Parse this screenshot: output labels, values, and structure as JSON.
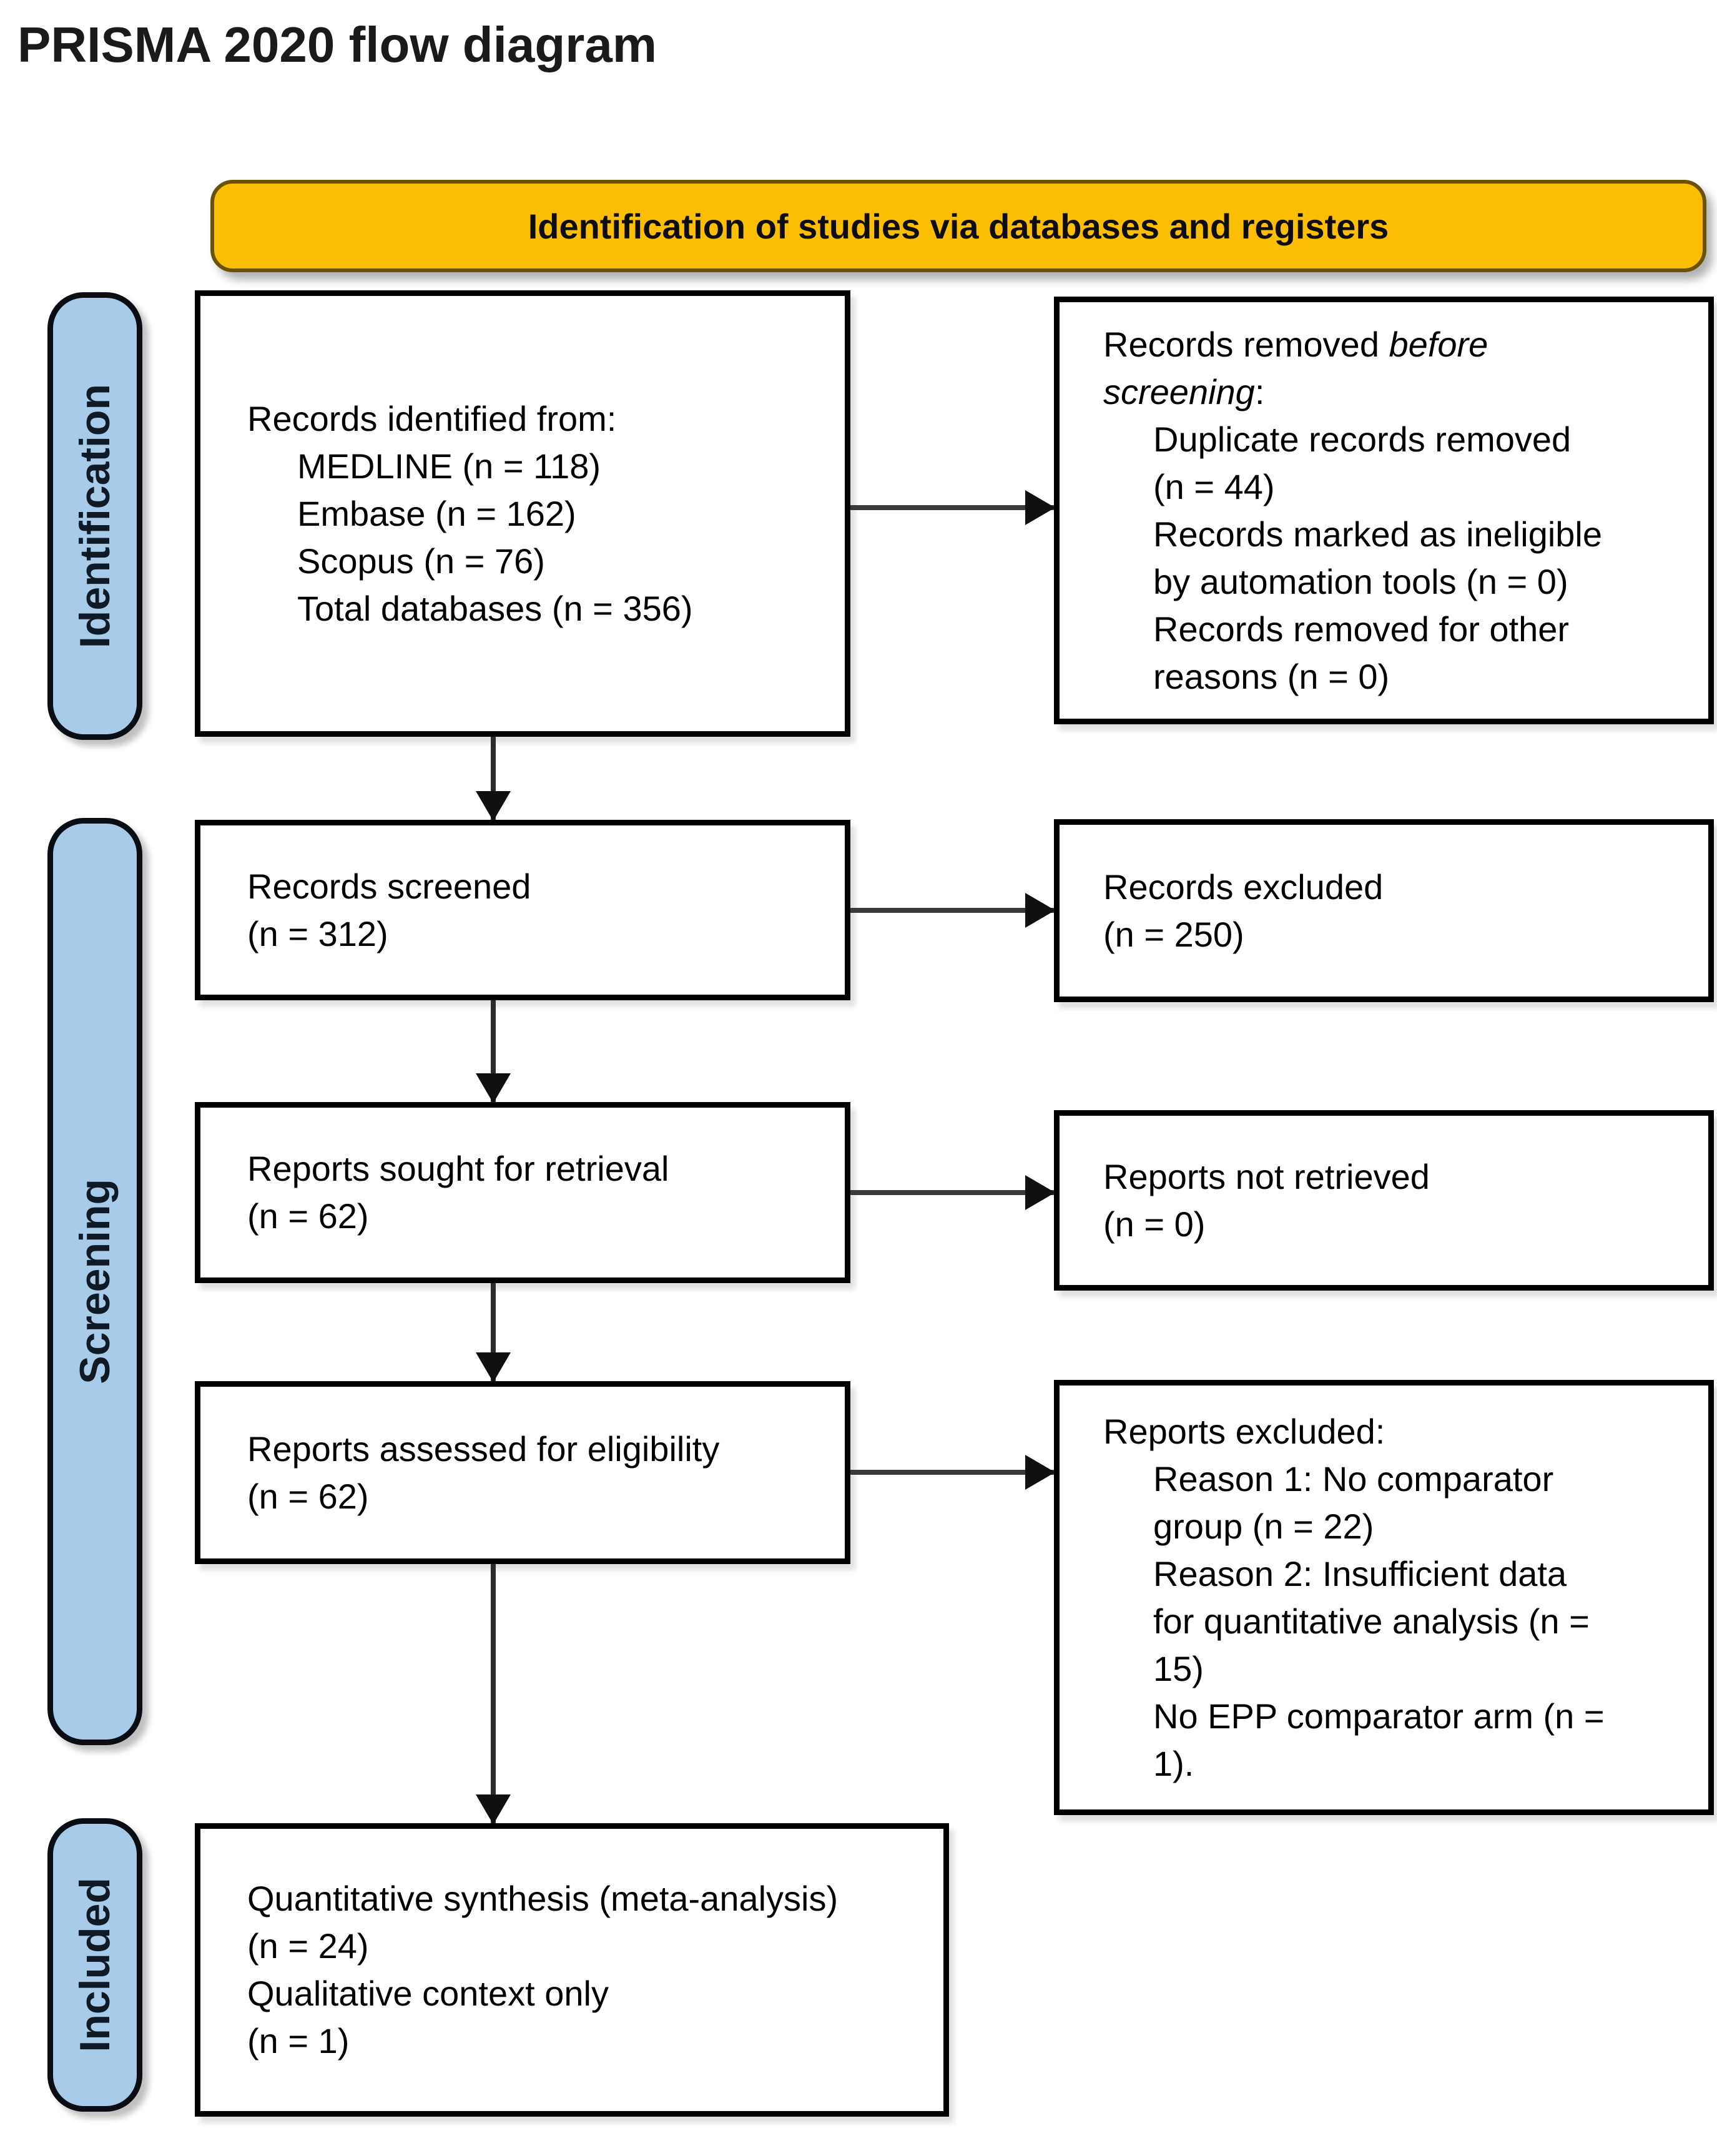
{
  "title": "PRISMA 2020 flow diagram",
  "banner": {
    "label": "Identification of studies via databases and registers"
  },
  "colors": {
    "banner_bg": "#FCBE03",
    "stage_bg": "#A9CBEA",
    "box_border": "#000000",
    "arrow": "#2B2B2B"
  },
  "sidebar": {
    "stages": [
      {
        "label": "Identification"
      },
      {
        "label": "Screening"
      },
      {
        "label": "Included"
      }
    ]
  },
  "boxes": {
    "records_identified": {
      "lines": [
        {
          "ind": 0,
          "seg": [
            {
              "t": "Records identified from:"
            }
          ]
        },
        {
          "ind": 1,
          "seg": [
            {
              "t": "MEDLINE (n = 118)"
            }
          ]
        },
        {
          "ind": 1,
          "seg": [
            {
              "t": "Embase (n = 162)"
            }
          ]
        },
        {
          "ind": 1,
          "seg": [
            {
              "t": "Scopus (n = 76)"
            }
          ]
        },
        {
          "ind": 1,
          "seg": [
            {
              "t": "Total databases (n = 356)"
            }
          ]
        }
      ]
    },
    "records_removed": {
      "lines": [
        {
          "ind": 0,
          "seg": [
            {
              "t": "Records removed "
            },
            {
              "t": "before",
              "i": true
            }
          ]
        },
        {
          "ind": 0,
          "seg": [
            {
              "t": "screening",
              "i": true
            },
            {
              "t": ":"
            }
          ]
        },
        {
          "ind": 1,
          "seg": [
            {
              "t": "Duplicate records removed"
            }
          ]
        },
        {
          "ind": 1,
          "seg": [
            {
              "t": "(n = 44)"
            }
          ]
        },
        {
          "ind": 1,
          "seg": [
            {
              "t": "Records marked as ineligible"
            }
          ]
        },
        {
          "ind": 1,
          "seg": [
            {
              "t": "by automation tools (n = 0)"
            }
          ]
        },
        {
          "ind": 1,
          "seg": [
            {
              "t": "Records removed for other"
            }
          ]
        },
        {
          "ind": 1,
          "seg": [
            {
              "t": "reasons (n = 0)"
            }
          ]
        }
      ]
    },
    "records_screened": {
      "lines": [
        {
          "ind": 0,
          "seg": [
            {
              "t": "Records screened"
            }
          ]
        },
        {
          "ind": 0,
          "seg": [
            {
              "t": "(n = 312)"
            }
          ]
        }
      ]
    },
    "records_excluded": {
      "lines": [
        {
          "ind": 0,
          "seg": [
            {
              "t": "Records excluded"
            }
          ]
        },
        {
          "ind": 0,
          "seg": [
            {
              "t": "(n = 250)"
            }
          ]
        }
      ]
    },
    "reports_sought": {
      "lines": [
        {
          "ind": 0,
          "seg": [
            {
              "t": "Reports sought for retrieval"
            }
          ]
        },
        {
          "ind": 0,
          "seg": [
            {
              "t": "(n = 62)"
            }
          ]
        }
      ]
    },
    "reports_not_retrieved": {
      "lines": [
        {
          "ind": 0,
          "seg": [
            {
              "t": "Reports not retrieved"
            }
          ]
        },
        {
          "ind": 0,
          "seg": [
            {
              "t": "(n = 0)"
            }
          ]
        }
      ]
    },
    "reports_assessed": {
      "lines": [
        {
          "ind": 0,
          "seg": [
            {
              "t": "Reports assessed for eligibility"
            }
          ]
        },
        {
          "ind": 0,
          "seg": [
            {
              "t": "(n = 62)"
            }
          ]
        }
      ]
    },
    "reports_excluded": {
      "lines": [
        {
          "ind": 0,
          "seg": [
            {
              "t": "Reports excluded:"
            }
          ]
        },
        {
          "ind": 1,
          "seg": [
            {
              "t": "Reason 1: No comparator"
            }
          ]
        },
        {
          "ind": 1,
          "seg": [
            {
              "t": "group (n = 22)"
            }
          ]
        },
        {
          "ind": 1,
          "seg": [
            {
              "t": "Reason 2: Insufficient data"
            }
          ]
        },
        {
          "ind": 1,
          "seg": [
            {
              "t": "for quantitative analysis (n ="
            }
          ]
        },
        {
          "ind": 1,
          "seg": [
            {
              "t": "15)"
            }
          ]
        },
        {
          "ind": 1,
          "seg": [
            {
              "t": "No EPP comparator arm (n ="
            }
          ]
        },
        {
          "ind": 1,
          "seg": [
            {
              "t": "1)."
            }
          ]
        }
      ]
    },
    "included_synthesis": {
      "lines": [
        {
          "ind": 0,
          "seg": [
            {
              "t": "Quantitative synthesis (meta-analysis)"
            }
          ]
        },
        {
          "ind": 0,
          "seg": [
            {
              "t": "(n = 24)"
            }
          ]
        },
        {
          "ind": 0,
          "seg": [
            {
              "t": "Qualitative context only"
            }
          ]
        },
        {
          "ind": 0,
          "seg": [
            {
              "t": "(n = 1)"
            }
          ]
        }
      ]
    }
  }
}
